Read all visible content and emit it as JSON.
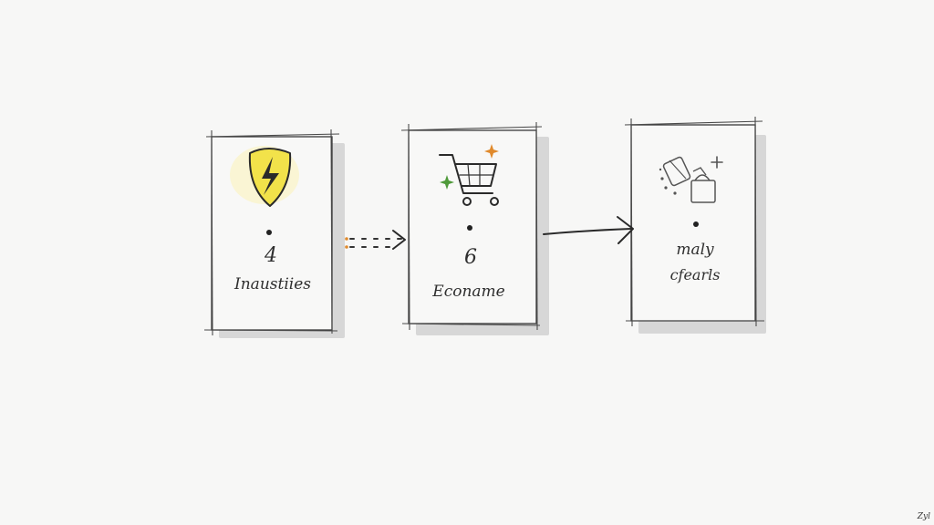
{
  "cards": [
    {
      "id": "industries",
      "icon": "shield-lightning-icon",
      "glyph": "4",
      "label": "Inaustiies"
    },
    {
      "id": "ecommerce",
      "icon": "shopping-cart-icon",
      "glyph": "6",
      "label": "Econame"
    },
    {
      "id": "cleaning",
      "icon": "cleaning-supplies-icon",
      "glyph": "maly",
      "label": "cfearls"
    }
  ],
  "connectors": [
    {
      "from": "industries",
      "to": "ecommerce",
      "style": "dotted"
    },
    {
      "from": "ecommerce",
      "to": "cleaning",
      "style": "solid"
    }
  ],
  "colors": {
    "shield": "#f2e24a",
    "accent_orange": "#e08a2c",
    "accent_green": "#4f9a3a",
    "ink": "#2a2a2a"
  },
  "signature": "Zyl"
}
